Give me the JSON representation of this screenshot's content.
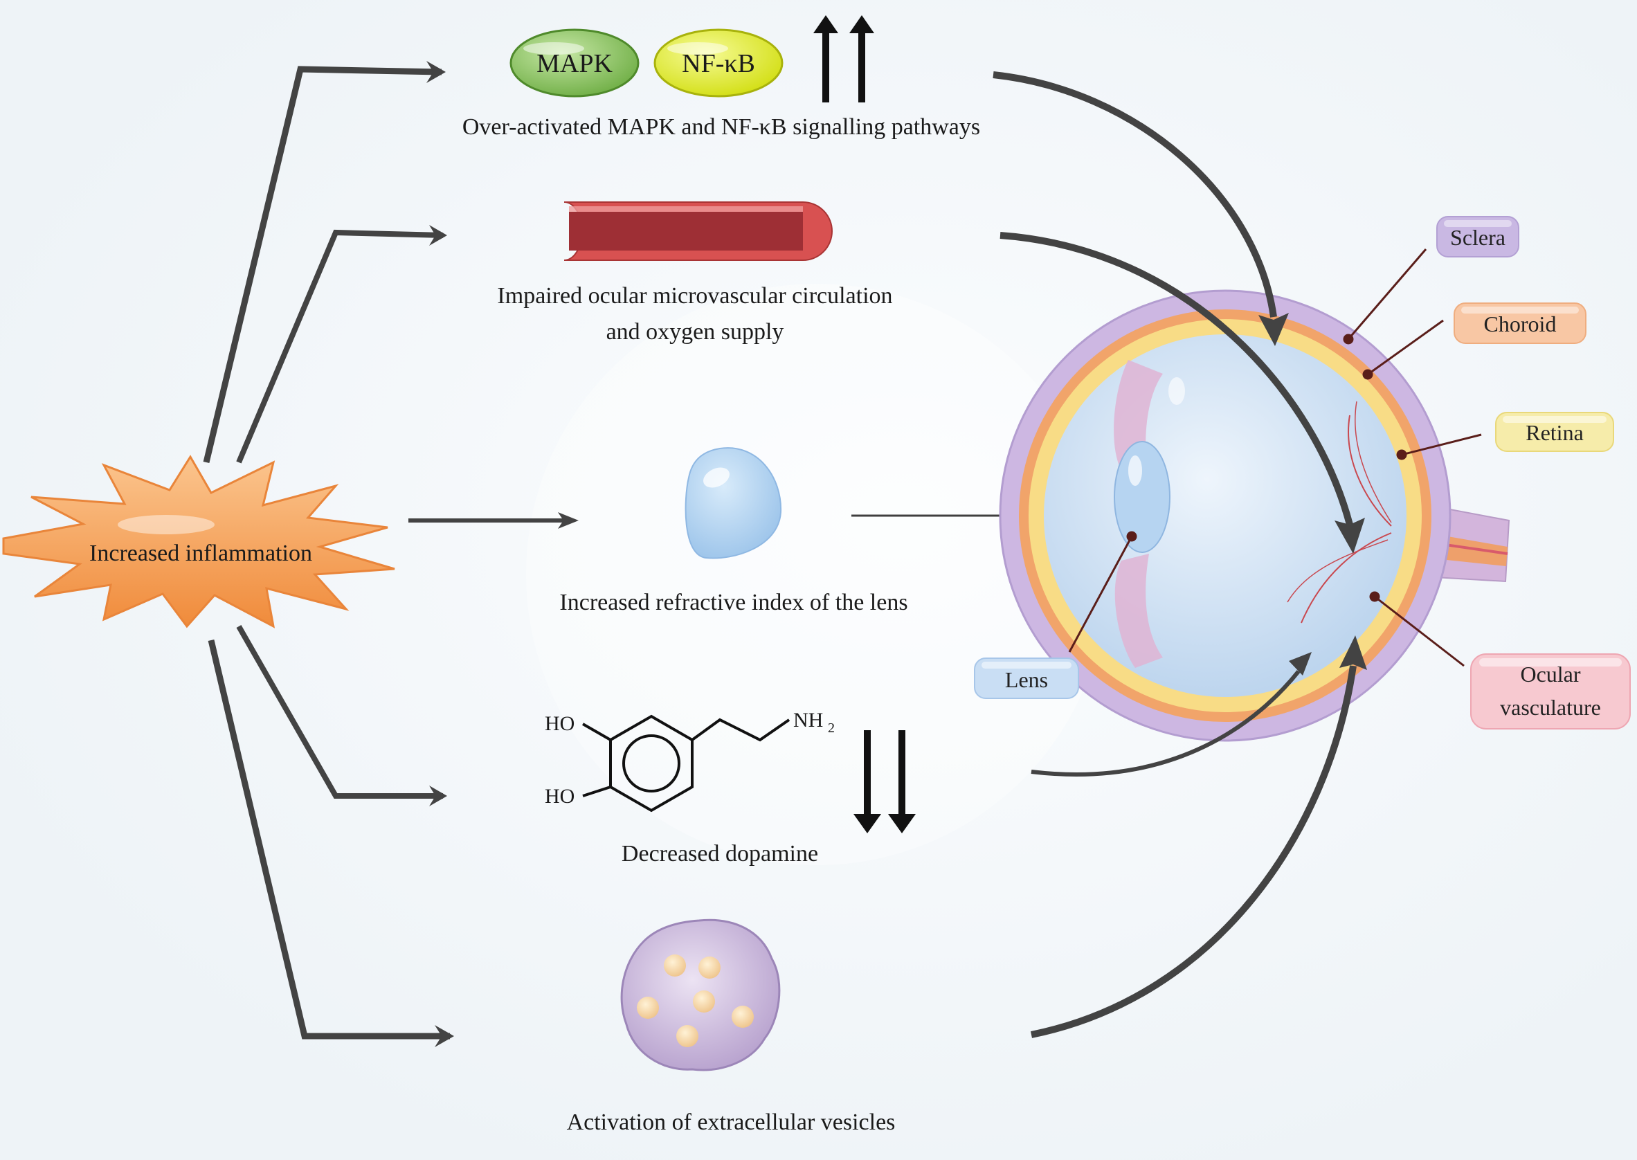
{
  "hub": {
    "label": "Increased inflammation"
  },
  "pathways": {
    "mapk_label": "MAPK",
    "nfkb_label": "NF-κB",
    "caption": "Over-activated MAPK and NF-κB signalling pathways"
  },
  "microvascular": {
    "caption_line1": "Impaired ocular microvascular circulation",
    "caption_line2": "and oxygen supply"
  },
  "lens_effect": {
    "caption": "Increased refractive index of the lens"
  },
  "dopamine": {
    "caption": "Decreased dopamine",
    "ho_top": "HO",
    "ho_bottom": "HO",
    "nh": "NH",
    "nh_sub": "2"
  },
  "vesicles": {
    "caption": "Activation of extracellular vesicles"
  },
  "eye_labels": {
    "sclera": "Sclera",
    "choroid": "Choroid",
    "retina": "Retina",
    "lens": "Lens",
    "vasculature_line1": "Ocular",
    "vasculature_line2": "vasculature"
  },
  "colors": {
    "background": "#f3f7fa",
    "arrow": "#444444",
    "starburst": "#f6a05a",
    "mapk": "#8fc866",
    "nfkb": "#e6f23a",
    "sclera_pill": "#c9b8e3",
    "choroid_pill": "#f8c7a4",
    "retina_pill": "#f6ecaa",
    "lens_pill": "#c9def4",
    "vasculature_pill": "#f7c9d0"
  }
}
